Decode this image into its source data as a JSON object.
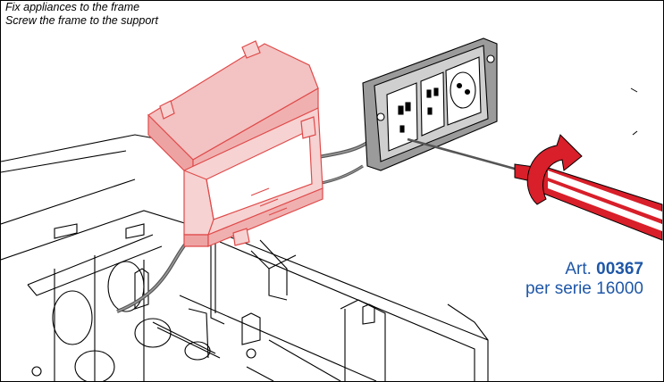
{
  "instructions": {
    "line1": "Fix appliances to the frame",
    "line2": "Screw the frame to the support"
  },
  "product": {
    "art_prefix": "Art.",
    "art_code": "00367",
    "series": "per serie 16000"
  },
  "colors": {
    "frame_outline": "#e04a4a",
    "frame_fill": "#f0b4b4",
    "product_text": "#1f57a8",
    "screwdriver": "#d81f2a",
    "line_art": "#000000"
  },
  "icons": {
    "rotation_arrow": "curved-arrow-clockwise-icon"
  }
}
